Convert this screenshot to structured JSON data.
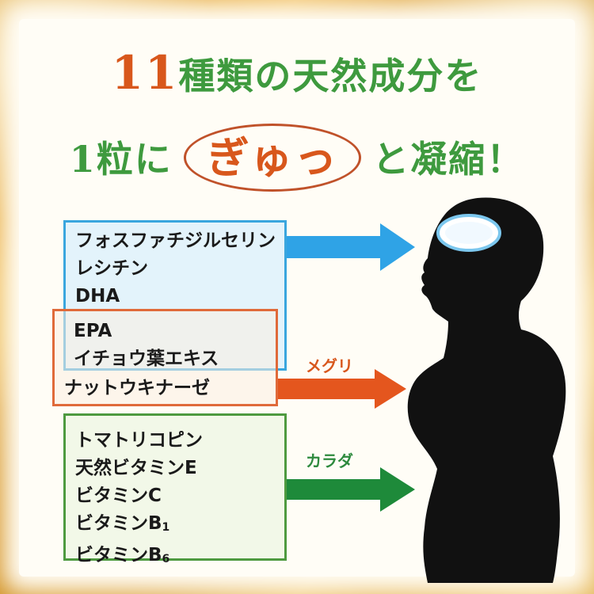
{
  "headline": {
    "line1_number": "11",
    "line1_text": "種類の天然成分を",
    "line2_prefix": "1粒に",
    "line2_emphasis": "ぎゅっ",
    "line2_suffix": "と凝縮！"
  },
  "groups": {
    "blue": {
      "items": [
        "フォスファチジルセリン",
        "レシチン",
        "DHA"
      ],
      "color": "#3aa6de"
    },
    "orange": {
      "items": [
        "EPA",
        "イチョウ葉エキス",
        "ナットウキナーゼ"
      ],
      "color": "#e06a3a"
    },
    "green": {
      "items": [
        "トマトリコピン",
        "天然ビタミンE",
        "ビタミンC"
      ],
      "vitamin_b1": {
        "base": "ビタミンB",
        "sub": "1"
      },
      "vitamin_b6": {
        "base": "ビタミンB",
        "sub": "6"
      },
      "color": "#4e9a40"
    }
  },
  "arrow_labels": {
    "orange": "メグリ",
    "green": "カラダ"
  },
  "colors": {
    "title_green": "#3e9a3e",
    "title_orange": "#d8571c",
    "silhouette": "#111111",
    "background_gold": "#e0a640"
  },
  "icons": {
    "brain_highlight": "glowing-oval-on-head",
    "body": "female-silhouette-profile"
  }
}
